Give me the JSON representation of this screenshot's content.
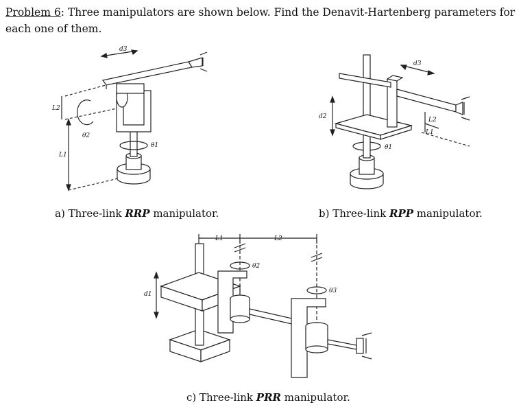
{
  "problem": {
    "title": "Problem 6",
    "text": ": Three manipulators are shown below. Find the Denavit-Hartenberg parameters for each one of them."
  },
  "figure_a": {
    "labels": {
      "d3": "d3",
      "L2": "L2",
      "theta2": "θ2",
      "L1": "L1",
      "theta1": "θ1"
    },
    "caption": {
      "prefix": "a)  Three-link ",
      "bold": "RRP",
      "suffix": " manipulator."
    }
  },
  "figure_b": {
    "labels": {
      "d3": "d3",
      "d2": "d2",
      "L2": "L2",
      "L1": "L1",
      "theta1": "θ1"
    },
    "caption": {
      "prefix": "b)  Three-link ",
      "bold": "RPP",
      "suffix": " manipulator."
    }
  },
  "figure_c": {
    "labels": {
      "L1": "L1",
      "L2": "L2",
      "d1": "d1",
      "theta2": "θ2",
      "theta3": "θ3"
    },
    "caption": {
      "prefix": "c)  Three-link ",
      "bold": "PRR",
      "suffix": " manipulator."
    }
  }
}
